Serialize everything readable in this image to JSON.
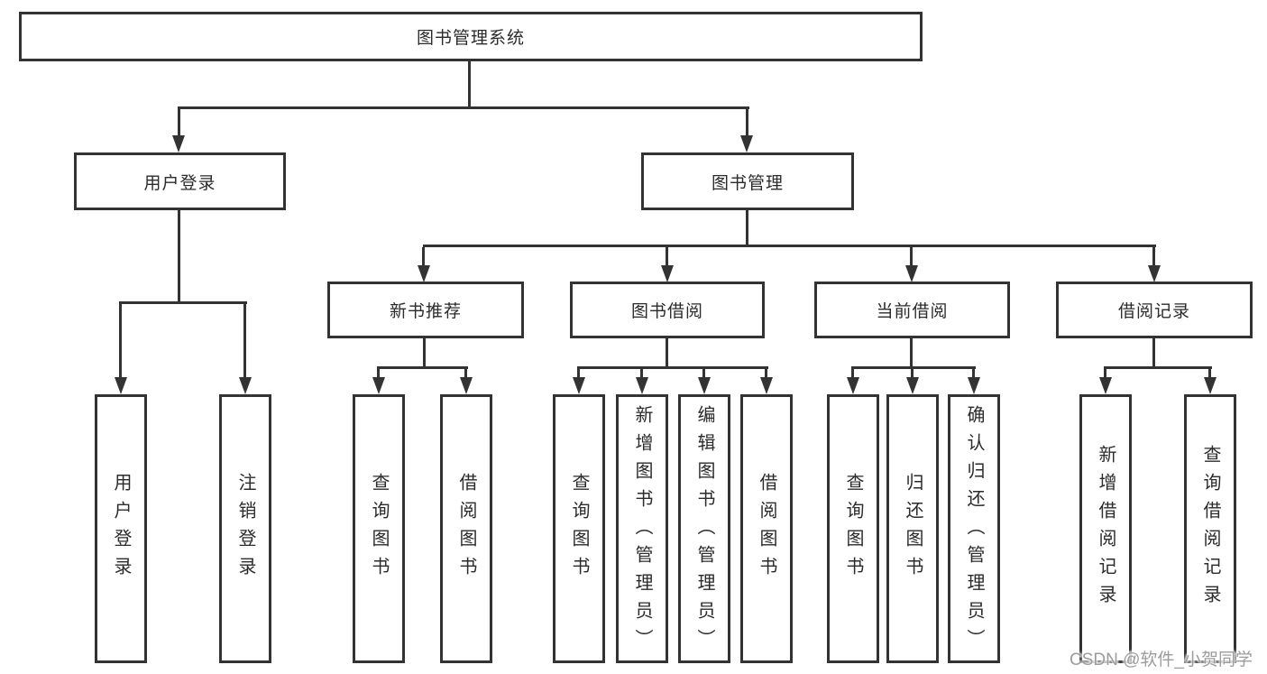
{
  "tree": {
    "root": {
      "label": "图书管理系统"
    },
    "level2": [
      {
        "label": "用户登录"
      },
      {
        "label": "图书管理"
      }
    ],
    "level3": [
      {
        "label": "新书推荐"
      },
      {
        "label": "图书借阅"
      },
      {
        "label": "当前借阅"
      },
      {
        "label": "借阅记录"
      }
    ],
    "leaves": {
      "login": [
        {
          "label": "用户登录"
        },
        {
          "label": "注销登录"
        }
      ],
      "recommend": [
        {
          "label": "查询图书"
        },
        {
          "label": "借阅图书"
        }
      ],
      "borrow": [
        {
          "label": "查询图书"
        },
        {
          "label": "新增图书（管理员）"
        },
        {
          "label": "编辑图书（管理员）"
        },
        {
          "label": "借阅图书"
        }
      ],
      "current": [
        {
          "label": "查询图书"
        },
        {
          "label": "归还图书"
        },
        {
          "label": "确认归还（管理员）"
        }
      ],
      "records": [
        {
          "label": "新增借阅记录"
        },
        {
          "label": "查询借阅记录"
        }
      ]
    }
  },
  "watermark": {
    "text": "CSDN @软件_小贺同学"
  },
  "colors": {
    "line": "#333333",
    "text": "#2b2b2b",
    "background": "#ffffff",
    "watermark": "#9c9c9c"
  }
}
